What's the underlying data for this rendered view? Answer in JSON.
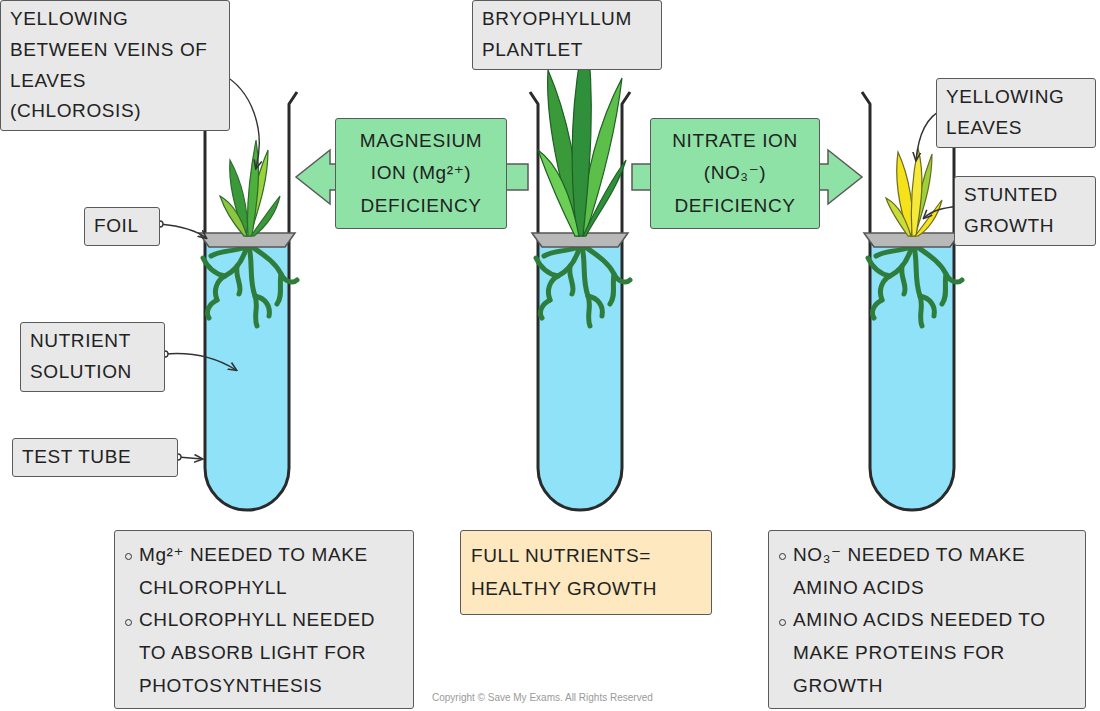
{
  "diagram": {
    "nodes": [
      {
        "text": [
          "YELLOWING BETWEEN VEINS OF LEAVES (CHLOROSIS)"
        ]
      },
      {
        "text": [
          "BRYOPHYLLUM PLANTLET"
        ]
      },
      {
        "text": [
          "YELLOWING LEAVES"
        ]
      },
      {
        "text": [
          "STUNTED GROWTH"
        ]
      },
      {
        "text": [
          "FOIL"
        ]
      },
      {
        "text": [
          "NUTRIENT SOLUTION"
        ]
      },
      {
        "text": [
          "TEST TUBE"
        ]
      },
      {
        "text": [
          "MAGNESIUM ION (Mg²⁺) DEFICIENCY"
        ]
      },
      {
        "text": [
          "NITRATE ION (NO₃⁻) DEFICIENCY"
        ]
      },
      {
        "text": [
          "Mg²⁺ NEEDED TO MAKE CHLOROPHYLL",
          "CHLOROPHYLL NEEDED TO ABSORB LIGHT FOR PHOTOSYNTHESIS"
        ]
      },
      {
        "text": [
          "FULL NUTRIENTS= HEALTHY GROWTH"
        ]
      },
      {
        "text": [
          "NO₃⁻ NEEDED TO MAKE AMINO ACIDS",
          "AMINO ACIDS NEEDED TO MAKE PROTEINS FOR GROWTH"
        ]
      }
    ],
    "labels": [
      "Copyright © Save My Exams. All Rights Reserved"
    ]
  }
}
